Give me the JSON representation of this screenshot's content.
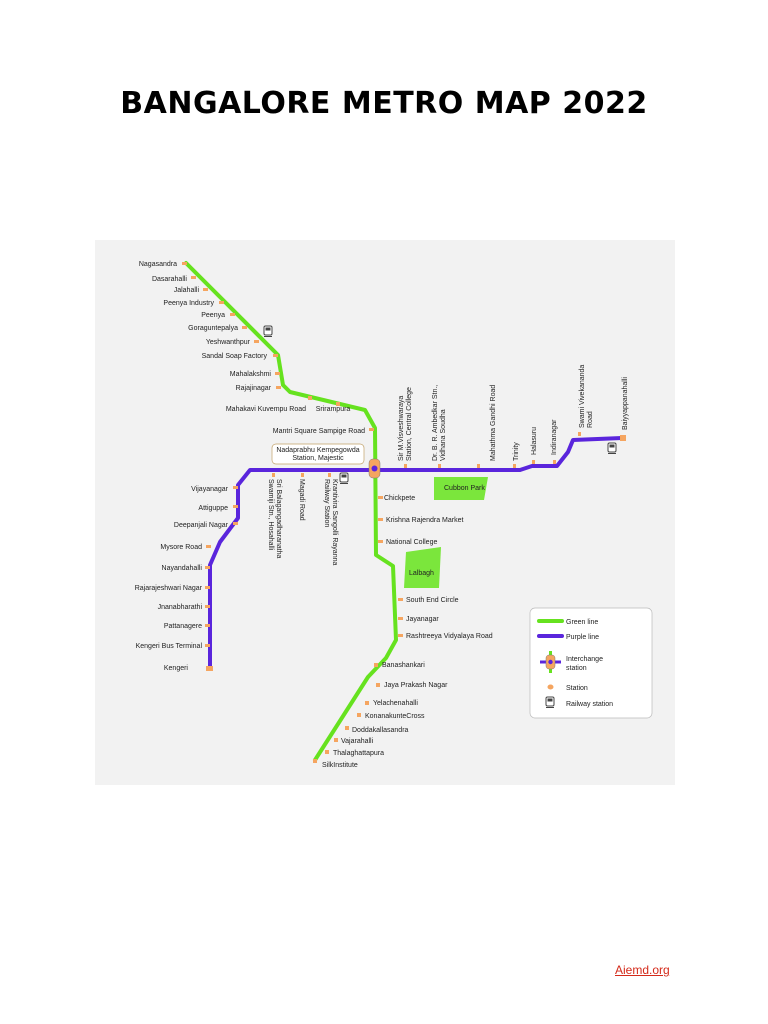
{
  "title": "BANGALORE METRO MAP 2022",
  "footer_link": "Aiemd.org",
  "colors": {
    "green_line": "#66e21f",
    "purple_line": "#5a25dc",
    "station": "#f5a560",
    "park": "#7be63c",
    "background": "#f2f2f2"
  },
  "map": {
    "green_line_stations": [
      "Nagasandra",
      "Dasarahalli",
      "Jalahalli",
      "Peenya Industry",
      "Peenya",
      "Goraguntepalya",
      "Yeshwanthpur",
      "Sandal Soap Factory",
      "Mahalakshmi",
      "Rajajinagar",
      "Mahakavi Kuvempu Road",
      "Srirampura",
      "Mantri Square Sampige Road",
      "Chickpete",
      "Krishna Rajendra Market",
      "National College",
      "South End Circle",
      "Jayanagar",
      "Rashtreeya Vidyalaya Road",
      "Banashankari",
      "Jaya Prakash Nagar",
      "Yelachenahalli",
      "KonanakunteCross",
      "Doddakallasandra",
      "Vajarahalli",
      "Thalaghattapura",
      "SilkInstitute"
    ],
    "purple_line_stations": [
      "Vijayanagar",
      "Attiguppe",
      "Deepanjali Nagar",
      "Mysore Road",
      "Nayandahalli",
      "Rajarajeshwari Nagar",
      "Jnanabharathi",
      "Pattanagere",
      "Kengeri Bus Terminal",
      "Kengeri",
      "Sri Balagangadharanatha Swamiji Stn., Hosahalli",
      "Magadi Road",
      "Krantivira Sangolli Rayanna Railway Station",
      "Sir M.Visveshwaraya Station, Central College",
      "Dr. B. R. Ambedkar Stn., Vidhana Soudha",
      "Mahathma Gandhi Road",
      "Trinity",
      "Halasuru",
      "Indiranagar",
      "Swami Vivekananda Road",
      "Baiyyappanahalli"
    ],
    "interchange_label": "Nadaprabhu Kempegowda Station, Majestic",
    "parks": [
      "Cubbon Park",
      "Lalbagh"
    ],
    "legend": {
      "green": "Green line",
      "purple": "Purple line",
      "interchange": "Interchange station",
      "station": "Station",
      "railway": "Railway station"
    }
  }
}
